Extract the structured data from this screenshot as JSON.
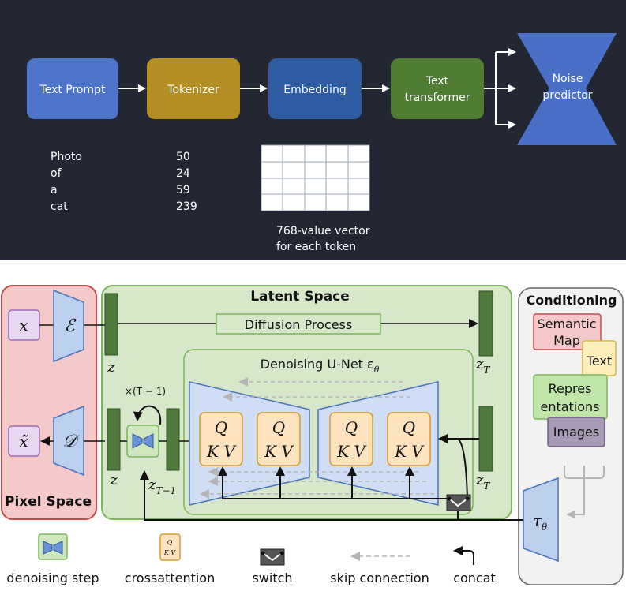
{
  "top_pipeline": {
    "boxes": [
      "Text Prompt",
      "Tokenizer",
      "Embedding",
      "Text",
      "transformer",
      "Noise",
      "predictor"
    ],
    "tokens": [
      "Photo",
      "of",
      "a",
      "cat"
    ],
    "token_ids": [
      "50",
      "24",
      "59",
      "239"
    ],
    "vector_caption": [
      "768-value vector",
      "for each token"
    ]
  },
  "ldm": {
    "pixel_space_label": "Pixel Space",
    "latent_space_label": "Latent Space",
    "conditioning_label": "Conditioning",
    "diffusion_process_label": "Diffusion Process",
    "unet_label": "Denoising U-Net ε",
    "unet_sub": "θ",
    "x": "x",
    "x_tilde": "x̃",
    "encoder": "ℰ",
    "decoder": "𝒟",
    "z": "z",
    "zT": "z",
    "zT_sub": "T",
    "zT1": "z",
    "zT1_sub": "T−1",
    "repeat": "×(T − 1)",
    "attn_q": "Q",
    "attn_kv": "K V",
    "tau": "τ",
    "tau_sub": "θ",
    "cond_items": [
      "Semantic",
      "Map",
      "Text",
      "Repres",
      "entations",
      "Images"
    ]
  },
  "legend": {
    "denoising_step": "denoising step",
    "crossattention": "crossattention",
    "switch": "switch",
    "skip_connection": "skip connection",
    "concat": "concat"
  },
  "colors": {
    "dark_bg": "#232734",
    "text_prompt": "#4d74c8",
    "tokenizer": "#b38e22",
    "embedding": "#2f5ba0",
    "text_transformer": "#4f7d33",
    "noise_predictor": "#4a6fc7",
    "pixel_space": "#f5c9c9",
    "latent_space": "#d6e8c9",
    "attn_box": "#fde4bf",
    "unet_trap": "#cfddf5"
  }
}
